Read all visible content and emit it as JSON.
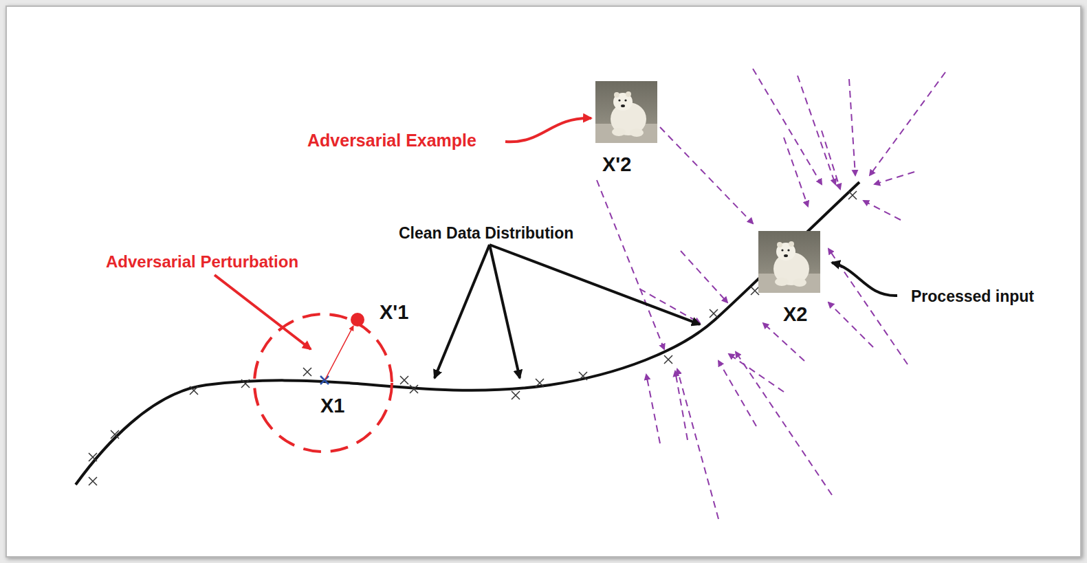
{
  "diagram": {
    "labels": [
      "Adversarial Example",
      "X'2",
      "Clean Data Distribution",
      "Adversarial Perturbation",
      "X'1",
      "X1",
      "X2",
      "Processed input"
    ]
  }
}
